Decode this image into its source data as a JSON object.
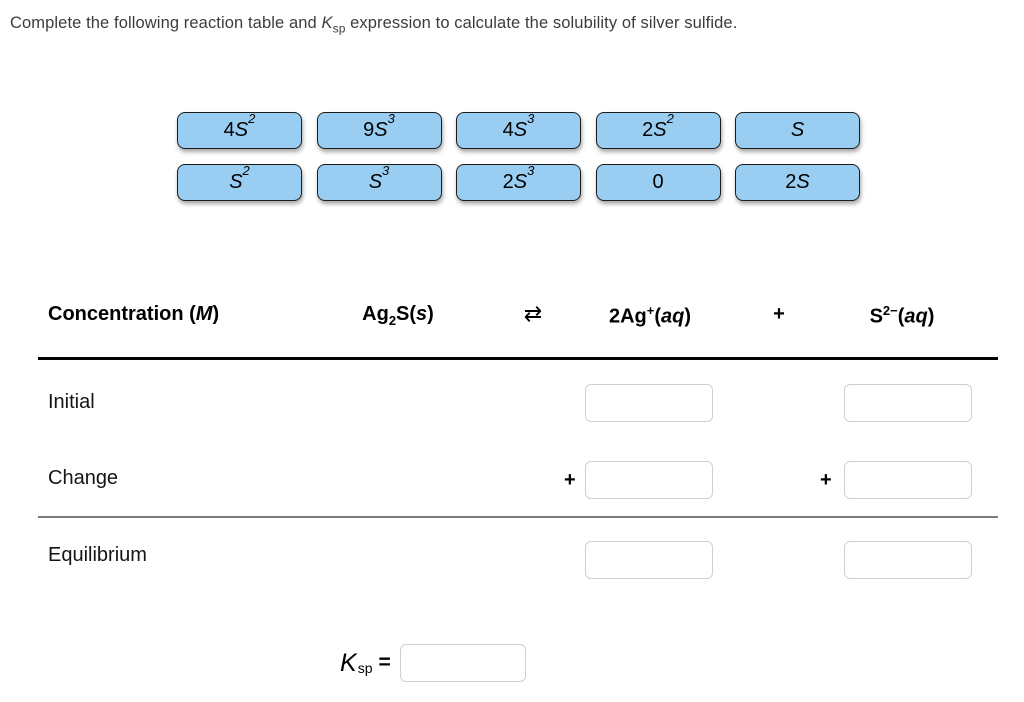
{
  "title": {
    "pre": "Complete the following reaction table and ",
    "k_symbol": "K",
    "k_sub": "sp",
    "post": " expression to calculate the solubility of silver sulfide."
  },
  "colors": {
    "tile_fill": "#99CEF2",
    "tile_border": "#1C1C1C",
    "header_rule": "#000000",
    "row_rule": "#7C7C7C",
    "input_border": "#CFCFCF"
  },
  "tile_bank": {
    "tiles": [
      {
        "coef": "4",
        "variable": "S",
        "exponent": "2"
      },
      {
        "coef": "9",
        "variable": "S",
        "exponent": "3"
      },
      {
        "coef": "4",
        "variable": "S",
        "exponent": "3"
      },
      {
        "coef": "2",
        "variable": "S",
        "exponent": "2"
      },
      {
        "coef": "",
        "variable": "S",
        "exponent": ""
      },
      {
        "coef": "",
        "variable": "S",
        "exponent": "2"
      },
      {
        "coef": "",
        "variable": "S",
        "exponent": "3"
      },
      {
        "coef": "2",
        "variable": "S",
        "exponent": "3"
      },
      {
        "coef": "0",
        "variable": "",
        "exponent": ""
      },
      {
        "coef": "2",
        "variable": "S",
        "exponent": ""
      }
    ]
  },
  "table": {
    "header": {
      "concentration": {
        "label": "Concentration (",
        "unit": "M",
        "close": ")"
      },
      "reactant": {
        "p1": "Ag",
        "sub": "2",
        "p2": "S(",
        "state": "s",
        "p3": ")"
      },
      "arrow": "⇄",
      "product1": {
        "p1": "2Ag",
        "sup": "+",
        "p2": "(",
        "state": "aq",
        "p3": ")"
      },
      "plus": "+",
      "product2": {
        "p1": "S",
        "sup": "2−",
        "p2": "(",
        "state": "aq",
        "p3": ")"
      }
    },
    "rows": {
      "initial": {
        "label": "Initial",
        "ag_value": "",
        "s_value": ""
      },
      "change": {
        "label": "Change",
        "plus": "+",
        "ag_value": "",
        "s_value": ""
      },
      "equilibrium": {
        "label": "Equilibrium",
        "ag_value": "",
        "s_value": ""
      }
    }
  },
  "ksp": {
    "symbol": "K",
    "sub": "sp",
    "equals": "=",
    "value": ""
  }
}
